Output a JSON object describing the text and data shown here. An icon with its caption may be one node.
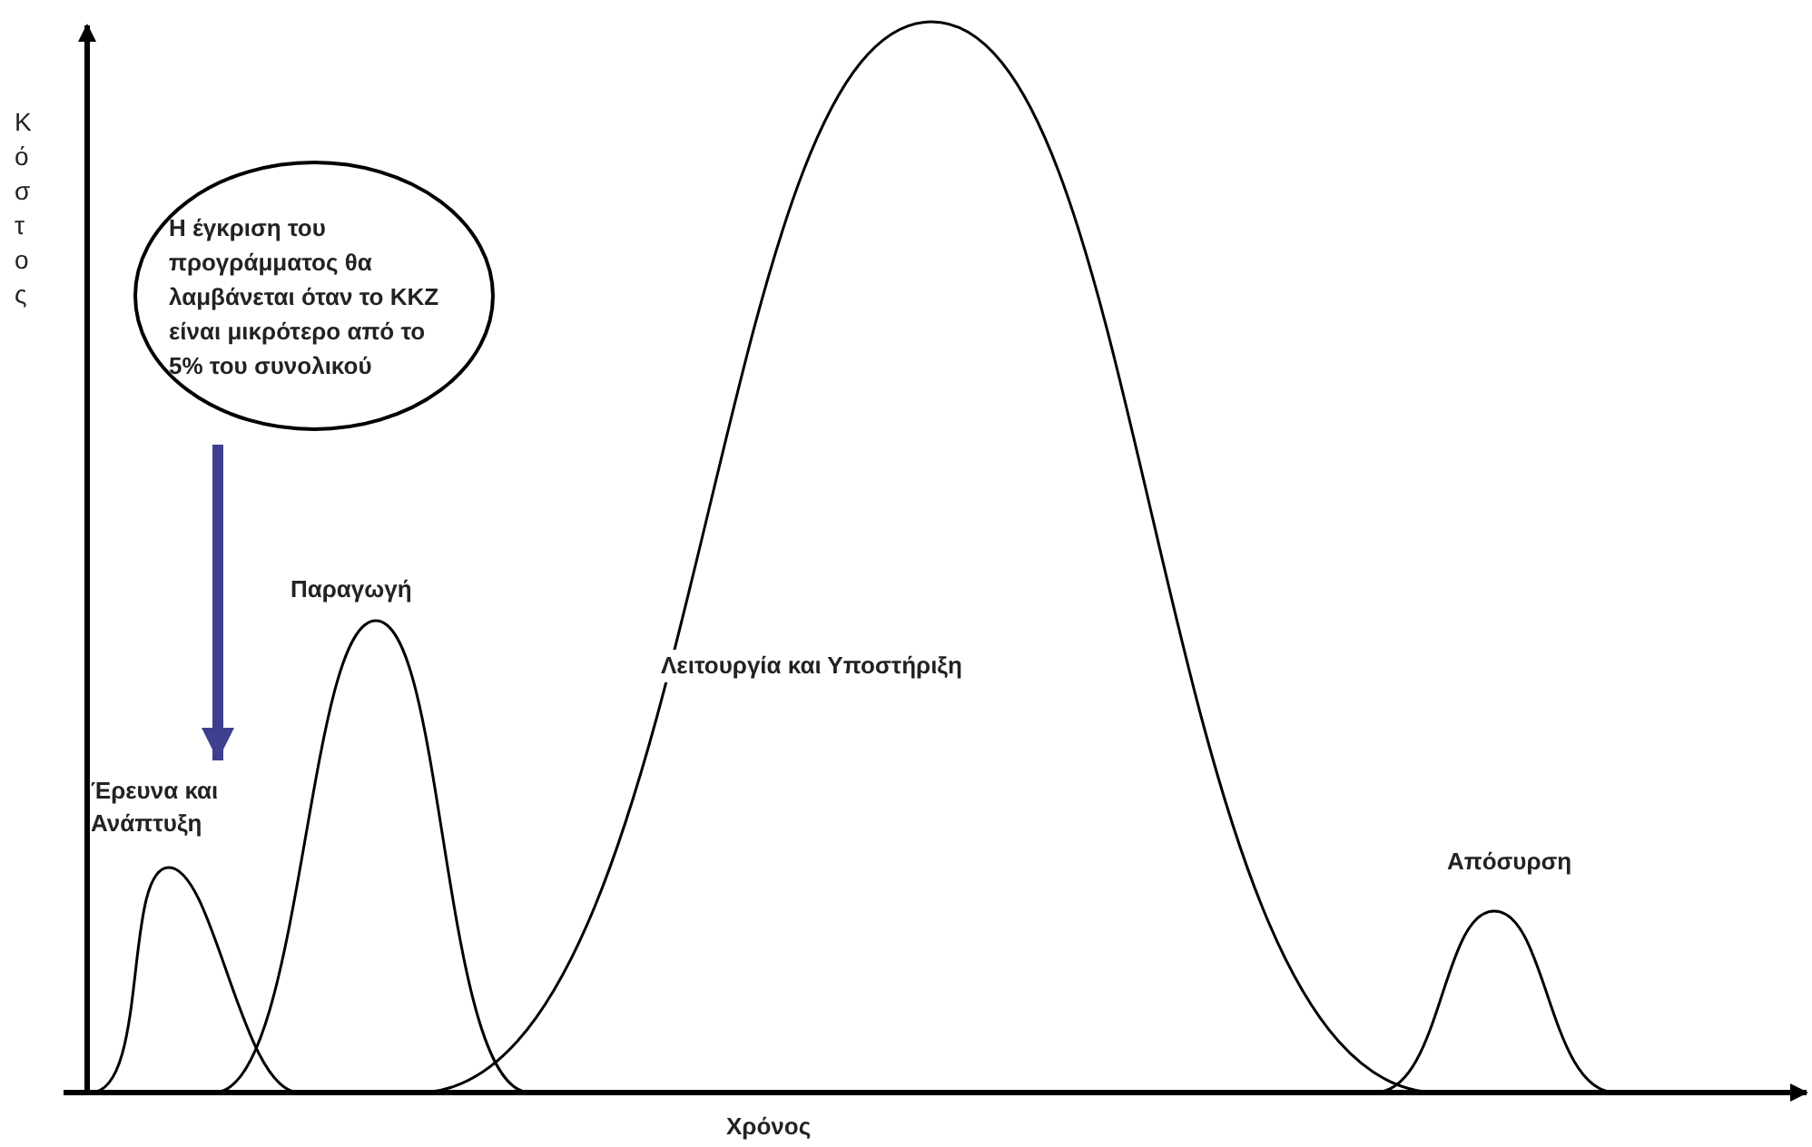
{
  "diagram": {
    "nodes": [
      {
        "text": [
          "Η έγκριση του προγράμματος θα λαμβάνεται όταν το ΚΚΖ είναι μικρότερο από το 5% του συνολικού"
        ]
      },
      {
        "text": [
          "Έρευνα και Ανάπτυξη"
        ]
      }
    ],
    "edges": [
      {
        "from": 0,
        "to": 1,
        "arrow": "to",
        "color": "#3f3f8f"
      }
    ],
    "labels": [
      "Κόστος",
      "Παραγωγή",
      "Λειτουργία και Υποστήριξη",
      "Απόσυρση",
      "Χρόνος"
    ]
  }
}
